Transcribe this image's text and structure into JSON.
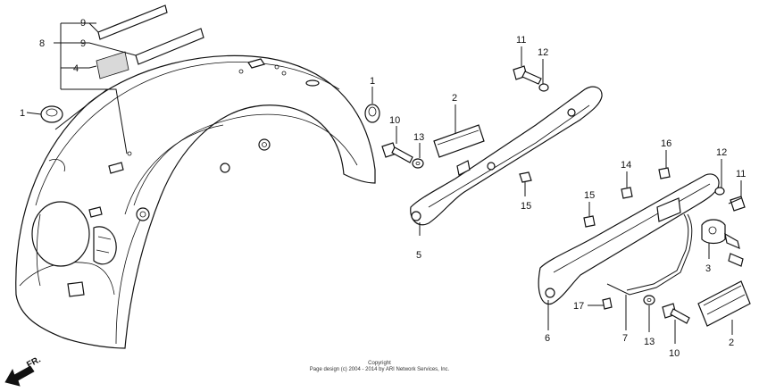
{
  "callouts": {
    "c1": "1",
    "c1b": "1",
    "c2": "2",
    "c2b": "2",
    "c3": "3",
    "c4": "4",
    "c5": "5",
    "c6": "6",
    "c7": "7",
    "c8": "8",
    "c9a": "9",
    "c9b": "9",
    "c10": "10",
    "c10b": "10",
    "c11": "11",
    "c11b": "11",
    "c12": "12",
    "c12b": "12",
    "c13": "13",
    "c13b": "13",
    "c14": "14",
    "c15": "15",
    "c15b": "15",
    "c16": "16",
    "c17": "17"
  },
  "copyright": {
    "line1": "Copyright",
    "line2": "Page design (c) 2004 - 2014 by ARI Network Services, Inc."
  },
  "direction": {
    "label": "FR."
  }
}
